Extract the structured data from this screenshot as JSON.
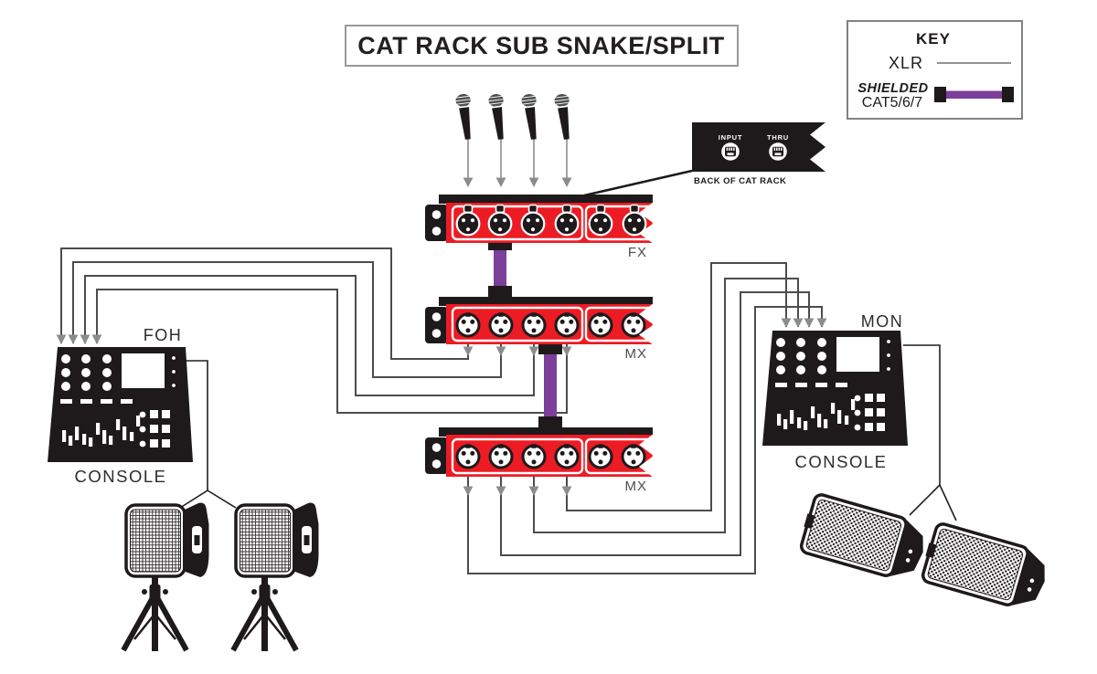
{
  "title": "CAT RACK SUB SNAKE/SPLIT",
  "key": {
    "heading": "KEY",
    "xlr_label": "XLR",
    "shielded_label": "SHIELDED",
    "cat_label": "CAT5/6/7"
  },
  "cat_rack": {
    "input_label": "INPUT",
    "thru_label": "THRU",
    "caption": "BACK OF CAT RACK"
  },
  "racks": {
    "fx_label": "FX",
    "mx_mid_label": "MX",
    "mx_bottom_label": "MX"
  },
  "foh": {
    "label": "FOH",
    "caption": "CONSOLE"
  },
  "mon": {
    "label": "MON",
    "caption": "CONSOLE"
  },
  "colors": {
    "rack_red": "#EC1B24",
    "cable_purple": "#7C3F9B",
    "ink_black": "#1E1A1B",
    "cable_gray": "#4A4C4E",
    "arrow_gray": "#8A8C8F"
  }
}
